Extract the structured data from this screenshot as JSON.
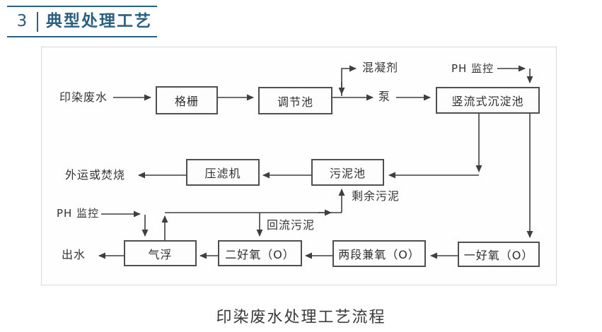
{
  "header": {
    "number": "3",
    "title": "典型处理工艺"
  },
  "caption": "印染废水处理工艺流程",
  "flowchart": {
    "nodes": [
      {
        "id": "grid-screen",
        "label": "格栅"
      },
      {
        "id": "regulating-tank",
        "label": "调节池"
      },
      {
        "id": "sedimentation-tank",
        "label": "竖流式沉淀池"
      },
      {
        "id": "filter-press",
        "label": "压滤机"
      },
      {
        "id": "sludge-tank",
        "label": "污泥池"
      },
      {
        "id": "air-flotation",
        "label": "气浮"
      },
      {
        "id": "secondary-aerobic",
        "label": "二好氧（O）"
      },
      {
        "id": "two-stage-facultative",
        "label": "两段兼氧（O）"
      },
      {
        "id": "primary-aerobic",
        "label": "一好氧（O）"
      }
    ],
    "labels": [
      {
        "id": "influent",
        "text": "印染废水"
      },
      {
        "id": "coagulant",
        "text": "混凝剂"
      },
      {
        "id": "pump",
        "text": "泵"
      },
      {
        "id": "ph-top",
        "text": "PH 监控"
      },
      {
        "id": "disposal",
        "text": "外运或焚烧"
      },
      {
        "id": "excess-sludge",
        "text": "剩余污泥"
      },
      {
        "id": "ph-bottom",
        "text": "PH 监控"
      },
      {
        "id": "return-sludge",
        "text": "回流污泥"
      },
      {
        "id": "effluent",
        "text": "出水"
      }
    ],
    "edges": [
      {
        "from": "印染废水",
        "to": "格栅"
      },
      {
        "from": "格栅",
        "to": "调节池"
      },
      {
        "from": "调节池",
        "to": "混凝剂"
      },
      {
        "from": "调节池",
        "to": "泵"
      },
      {
        "from": "泵",
        "to": "竖流式沉淀池"
      },
      {
        "from": "PH 监控",
        "to": "竖流式沉淀池"
      },
      {
        "from": "竖流式沉淀池",
        "to": "污泥池"
      },
      {
        "from": "污泥池",
        "to": "压滤机"
      },
      {
        "from": "压滤机",
        "to": "外运或焚烧"
      },
      {
        "from": "竖流式沉淀池",
        "to": "一好氧（O）"
      },
      {
        "from": "一好氧（O）",
        "to": "两段兼氧（O）"
      },
      {
        "from": "两段兼氧（O）",
        "to": "二好氧（O）"
      },
      {
        "from": "二好氧（O）",
        "to": "气浮"
      },
      {
        "from": "PH 监控",
        "to": "气浮"
      },
      {
        "from": "气浮",
        "to": "出水"
      },
      {
        "from": "气浮",
        "to": "污泥池",
        "label": "剩余污泥"
      },
      {
        "from": "气浮",
        "to": "二好氧（O）",
        "label": "回流污泥"
      }
    ],
    "colors": {
      "accent": "#2b6080",
      "line": "#3f3f3f",
      "box_border": "#4f4f4f",
      "frame_border": "#d9d9d9"
    }
  }
}
